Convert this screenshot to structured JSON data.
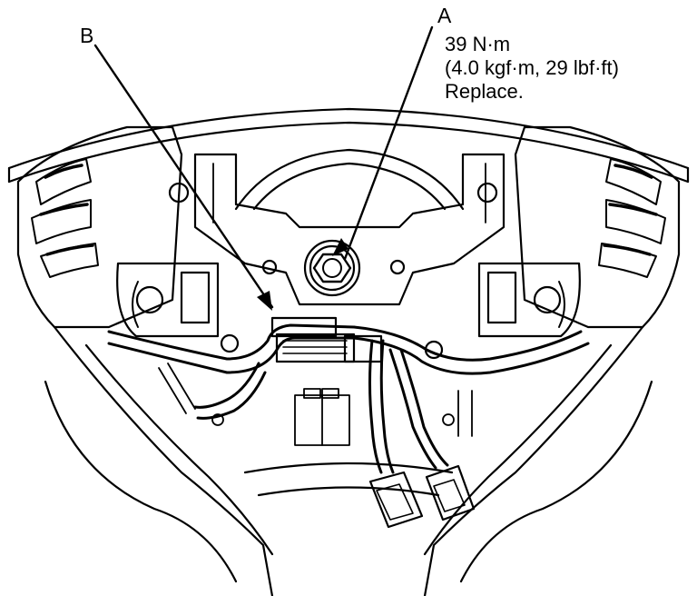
{
  "callouts": {
    "a": {
      "letter": "A",
      "torque_nm": "39 N·m",
      "torque_alt": "(4.0 kgf·m, 29 lbf·ft)",
      "note": "Replace."
    },
    "b": {
      "letter": "B"
    }
  },
  "colors": {
    "line": "#000000",
    "background": "#ffffff"
  }
}
